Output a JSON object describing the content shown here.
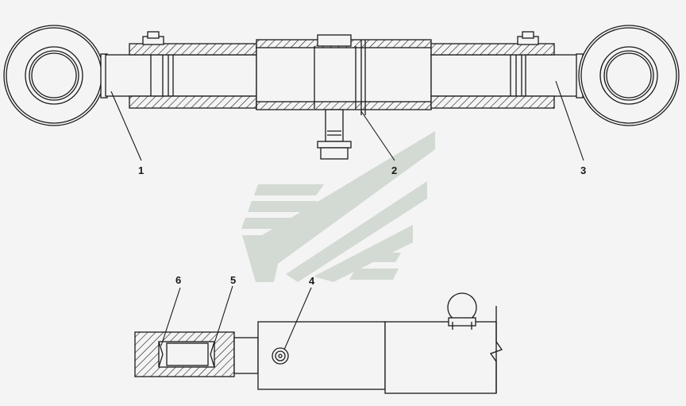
{
  "callouts": [
    {
      "id": "1",
      "label": "1"
    },
    {
      "id": "2",
      "label": "2"
    },
    {
      "id": "3",
      "label": "3"
    },
    {
      "id": "4",
      "label": "4"
    },
    {
      "id": "5",
      "label": "5"
    },
    {
      "id": "6",
      "label": "6"
    }
  ],
  "colors": {
    "background": "#f4f4f4",
    "line": "#1a1a1a",
    "watermark": "#d3d9d3"
  }
}
